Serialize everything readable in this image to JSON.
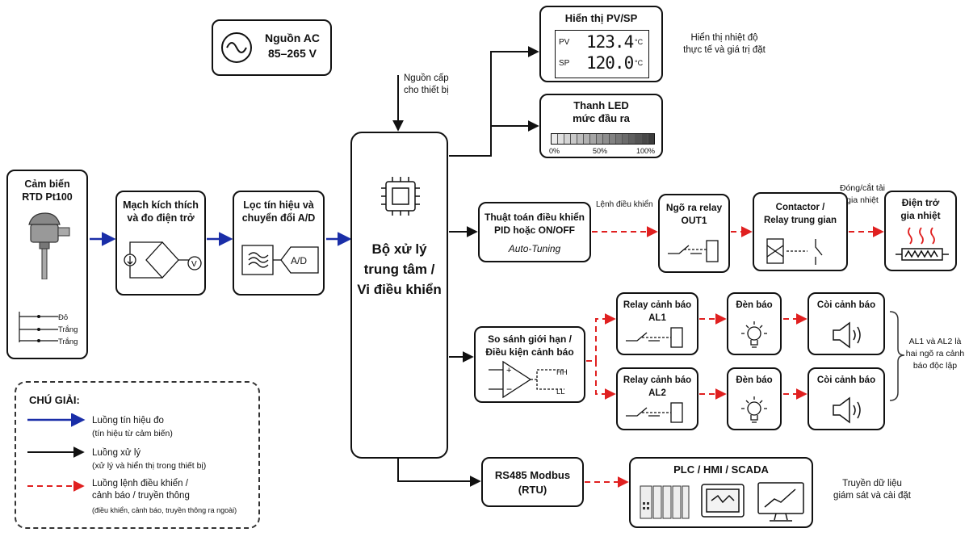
{
  "colors": {
    "measurement": "#1a2ea8",
    "processing": "#111111",
    "command": "#e02020"
  },
  "power_source": {
    "title": "Nguồn AC",
    "voltage": "85–265 V",
    "icon": "ac-sine-icon"
  },
  "power_note": "Nguồn cấp\ncho thiết bị",
  "sensor": {
    "title": "Cảm biến\nRTD Pt100",
    "icon": "rtd-probe-icon",
    "wires": [
      "Đỏ",
      "Trắng",
      "Trắng"
    ]
  },
  "excitation": {
    "title": "Mạch kích thích\nvà đo điện trở",
    "icon": "wheatstone-bridge-icon"
  },
  "filter": {
    "title": "Lọc tín hiệu và\nchuyển đổi A/D",
    "adc_label": "A/D",
    "icon": "filter-icon"
  },
  "processor": {
    "title": "Bộ xử lý\ntrung tâm /\nVi điều khiển",
    "icon": "cpu-chip-icon"
  },
  "display": {
    "title": "Hiển thị PV/SP",
    "pv_label": "PV",
    "pv_value": "123.4",
    "pv_unit": "°C",
    "sp_label": "SP",
    "sp_value": "120.0",
    "sp_unit": "°C",
    "note": "Hiển thị nhiệt độ\nthực tế và giá trị đặt"
  },
  "led_bar": {
    "title": "Thanh LED\nmức đầu ra",
    "ticks": [
      "0%",
      "50%",
      "100%"
    ],
    "icon": "led-bar-icon"
  },
  "pid": {
    "title": "Thuật toán điều khiển\nPID hoặc ON/OFF",
    "subtitle": "Auto-Tuning"
  },
  "pid_note": "Lệnh điều khiển",
  "relay_out": {
    "title": "Ngõ ra relay\nOUT1",
    "icon": "relay-contact-icon"
  },
  "contactor": {
    "title": "Contactor /\nRelay trung gian",
    "icon": "contactor-icon"
  },
  "contactor_note": "Đóng/cắt tải\ngia nhiệt",
  "heater": {
    "title": "Điện trở\ngia nhiệt",
    "icon": "heater-icon"
  },
  "compare": {
    "title": "So sánh giới hạn /\nĐiều kiện cảnh báo",
    "hh": "HH",
    "ll": "LL",
    "icon": "comparator-icon"
  },
  "alarm_rows": [
    {
      "relay": "Relay cảnh báo\nAL1",
      "lamp": "Đèn báo",
      "horn": "Còi cảnh báo"
    },
    {
      "relay": "Relay cảnh báo\nAL2",
      "lamp": "Đèn báo",
      "horn": "Còi cảnh báo"
    }
  ],
  "alarm_note": "AL1 và AL2 là\nhai ngõ ra cảnh\nbáo độc lập",
  "rs485": {
    "title": "RS485 Modbus\n(RTU)"
  },
  "scada": {
    "title": "PLC / HMI / SCADA",
    "icons": [
      "plc-icon",
      "hmi-icon",
      "monitor-chart-icon"
    ]
  },
  "scada_note": "Truyền dữ liệu\ngiám sát và cài đặt",
  "legend": {
    "title": "CHÚ GIẢI:",
    "items": [
      {
        "label": "Luồng tín hiệu đo",
        "detail": "(tín hiệu từ cảm biến)",
        "detail2": ""
      },
      {
        "label": "Luồng xử lý",
        "detail": "(xử lý và hiển thị trong thiết bị)",
        "detail2": ""
      },
      {
        "label": "Luồng lệnh điều khiển /\ncảnh báo / truyền thông",
        "detail": "",
        "detail2": "(điều khiển, cảnh báo, truyền thông ra ngoài)"
      }
    ]
  }
}
